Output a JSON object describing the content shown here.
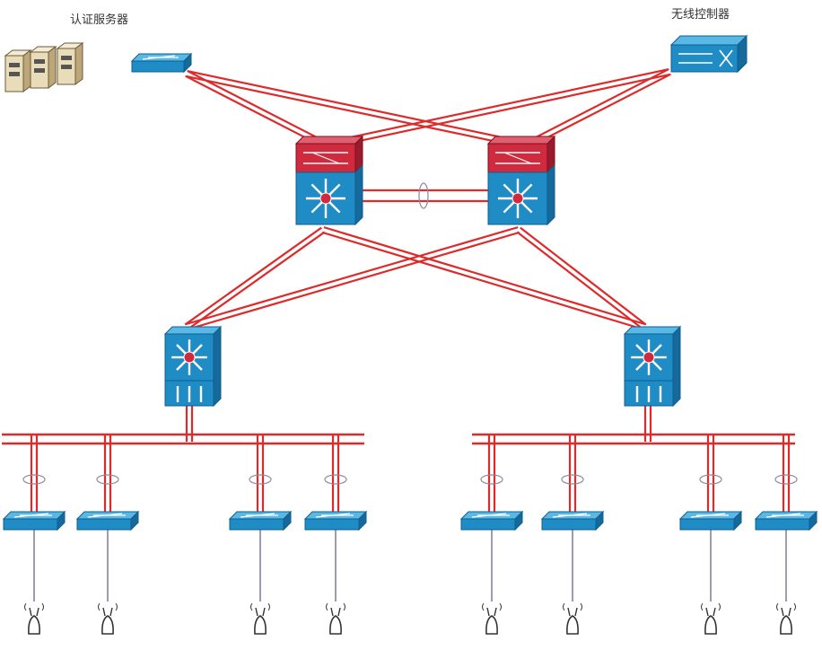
{
  "labels": {
    "auth_server": "认证服务器",
    "wireless_controller": "无线控制器"
  },
  "colors": {
    "link": "#dd2a2a",
    "device_blue": "#1f8cc6",
    "device_blue_light": "#5ab8e6",
    "device_red": "#cf2a3e",
    "ap_cable": "#5a5a8a",
    "server_beige": "#e9dcb8"
  },
  "icons": {
    "server": "server-stack-icon",
    "switch": "workgroup-switch-icon",
    "core": "core-switch-icon",
    "distribution": "multilayer-switch-icon",
    "ap": "wireless-ap-icon",
    "wlc": "wireless-controller-icon"
  },
  "topology": {
    "core_count": 2,
    "distribution_count": 2,
    "access_switch_count": 8,
    "access_point_count": 8
  }
}
